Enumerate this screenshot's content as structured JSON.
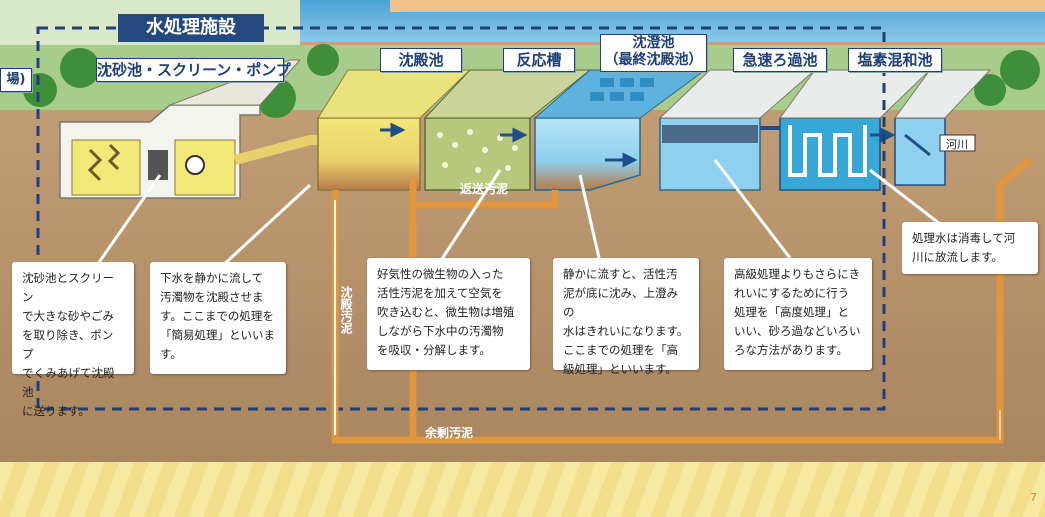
{
  "title": "水処理施設",
  "page_number": "7",
  "facilities": [
    {
      "label": "沈砂池・スクリーン・ポンプ"
    },
    {
      "label": "沈殿池"
    },
    {
      "label": "反応槽"
    },
    {
      "label": "沈澄池\n（最終沈殿池）"
    },
    {
      "label": "急速ろ過池"
    },
    {
      "label": "塩素混和池"
    }
  ],
  "left_partial_label": "場)",
  "river_label": "河川",
  "flows": {
    "return_sludge": "返送汚泥",
    "sedimentation_sludge": "沈殿汚泥",
    "excess_sludge": "余剰汚泥"
  },
  "descriptions": [
    {
      "text": "沈砂池とスクリーン\nで大きな砂やごみ\nを取り除き、ポンプ\nでくみあげて沈殿池\nに送ります。"
    },
    {
      "text": "下水を静かに流して\n汚濁物を沈殿させま\nす。ここまでの処理を\n「簡易処理」といいま\nす。"
    },
    {
      "text": "好気性の微生物の入った\n活性汚泥を加えて空気を\n吹き込むと、微生物は増殖\nしながら下水中の汚濁物\nを吸収・分解します。"
    },
    {
      "text": "静かに流すと、活性汚\n泥が底に沈み、上澄みの\n水はきれいになります。\nここまでの処理を「高\n級処理」といいます。"
    },
    {
      "text": "高級処理よりもさらにき\nれいにするために行う\n処理を「高度処理」と\nいい、砂ろ過などいろい\nろな方法があります。"
    },
    {
      "text": "処理水は消毒して河\n川に放流します。"
    }
  ],
  "colors": {
    "soil": "#b8926a",
    "pipe": "#e0963c",
    "water_yellow": "#f2e878",
    "water_blue": "#8fd0ee",
    "water_deep": "#37a7d8",
    "label_text": "#1f3f77",
    "sky": "#5fb2dd",
    "grass": "#95c37b"
  }
}
